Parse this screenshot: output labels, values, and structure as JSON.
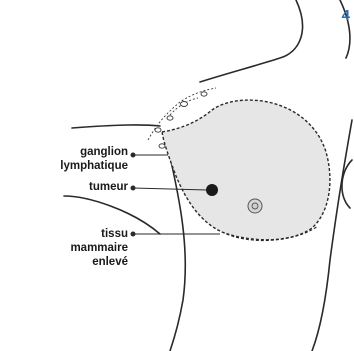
{
  "figure_number": "4",
  "labels": {
    "ganglion": "ganglion\nlymphatique",
    "tumeur": "tumeur",
    "tissu": "tissu\nmammaire\nenlevé"
  },
  "colors": {
    "outline": "#2a2a2a",
    "excised_fill": "#e6e6e6",
    "tumor": "#1a1a1a",
    "number": "#2b6db2"
  }
}
